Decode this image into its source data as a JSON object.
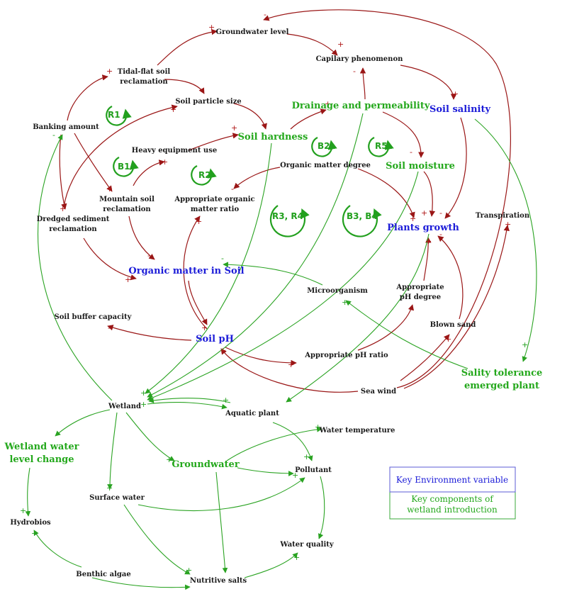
{
  "nodes": {
    "groundwater_level": "Groundwater level",
    "capilary_phenomenon": "Capilary phenomenon",
    "tidal_flat_l1": "Tidal-flat soil",
    "tidal_flat_l2": "reclamation",
    "soil_particle_size": "Soil particle size",
    "drainage_permeability": "Drainage and permeability",
    "soil_salinity": "Soil salinity",
    "banking_amount": "Banking amount",
    "soil_hardness": "Soil hardness",
    "heavy_equipment_use": "Heavy equipment use",
    "organic_matter_degree": "Organic matter degree",
    "soil_moisture": "Soil moisture",
    "mountain_l1": "Mountain soil",
    "mountain_l2": "reclamation",
    "appropriate_om_l1": "Appropriate organic",
    "appropriate_om_l2": "matter ratio",
    "dredged_l1": "Dredged sediment",
    "dredged_l2": "reclamation",
    "transpiration": "Transpiration",
    "plants_growth": "Plants growth",
    "organic_matter_in_soil": "Organic matter in Soil",
    "microorganism": "Microorganism",
    "appropriate_ph_l1": "Appropriate",
    "appropriate_ph_l2": "pH degree",
    "soil_buffer_capacity": "Soil buffer capacity",
    "soil_ph": "Soil pH",
    "blown_sand": "Blown sand",
    "appropriate_ph_ratio": "Appropriate pH ratio",
    "sality_l1": "Sality tolerance",
    "sality_l2": "emerged plant",
    "sea_wind": "Sea wind",
    "wetland": "Wetland",
    "aquatic_plant": "Aquatic plant",
    "wetland_water_l1": "Wetland water",
    "wetland_water_l2": "level change",
    "water_temperature": "Water temperature",
    "groundwater": "Groundwater",
    "pollutant": "Pollutant",
    "surface_water": "Surface water",
    "hydrobios": "Hydrobios",
    "water_quality": "Water quality",
    "benthic_algae": "Benthic algae",
    "nutritive_salts": "Nutritive salts"
  },
  "loops": {
    "r1_upper": "R1",
    "b1": "B1",
    "r2": "R2",
    "b2": "B2",
    "r5": "R5",
    "r3r4": "R3, R4",
    "b3b4": "B3, B4"
  },
  "legend": {
    "key_variable": "Key Environment variable",
    "components_l1": "Key components of",
    "components_l2": "wetland introduction"
  },
  "colors": {
    "key_variable": "#1c1cd8",
    "wetland_component": "#24a81c",
    "causal_link": "#9a1616",
    "wetland_link": "#2aa322"
  }
}
